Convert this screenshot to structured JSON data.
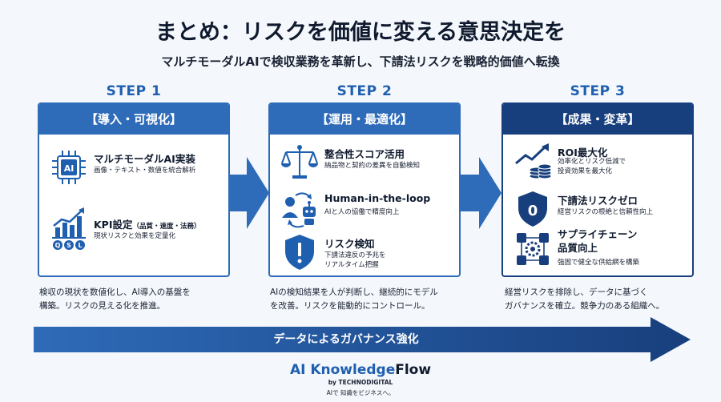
{
  "title": "まとめ：リスクを価値に変える意思決定を",
  "subtitle": "マルチモーダルAIで検収業務を革新し、下請法リスクを戦略的価値へ転換",
  "steps": [
    {
      "label": "STEP 1",
      "header": "【導入・可視化】",
      "items": [
        {
          "icon": "ai-chip-icon",
          "title": "マルチモーダルAI実装",
          "title_small": "",
          "desc": "画像・テキスト・数値を統合解析"
        },
        {
          "icon": "kpi-chart-icon",
          "title": "KPI設定",
          "title_small": "（品質・速度・法務）",
          "desc": "現状リスクと効果を定量化",
          "badge_letters": [
            "Q",
            "S",
            "L"
          ]
        }
      ],
      "summary": "検収の現状を数値化し、AI導入の基盤を\n構築。リスクの見える化を推進。"
    },
    {
      "label": "STEP 2",
      "header": "【運用・最適化】",
      "items": [
        {
          "icon": "balance-scale-icon",
          "title": "整合性スコア活用",
          "desc": "納品物と契約の差異を自動検知"
        },
        {
          "icon": "human-robot-icon",
          "title": "Human-in-the-loop",
          "desc": "AIと人の協働で精度向上"
        },
        {
          "icon": "shield-alert-icon",
          "title": "リスク検知",
          "desc": "下請法違反の予兆を\nリアルタイム把握"
        }
      ],
      "summary": "AIの検知結果を人が判断し、継続的にモデル\nを改善。リスクを能動的にコントロール。"
    },
    {
      "label": "STEP 3",
      "header": "【成果・変革】",
      "items": [
        {
          "icon": "roi-growth-icon",
          "title": "ROI最大化",
          "desc": "効率化とリスク低減で\n投資効果を最大化"
        },
        {
          "icon": "zero-shield-icon",
          "title": "下請法リスクゼロ",
          "desc": "経営リスクの根絶と信頼性向上",
          "badge": "0"
        },
        {
          "icon": "supply-chain-icon",
          "title": "サプライチェーン\n品質向上",
          "desc": "強固で健全な供給網を構築"
        }
      ],
      "summary": "経営リスクを排除し、データに基づく\nガバナンスを確立。競争力のある組織へ。"
    }
  ],
  "bottom_arrow": "データによるガバナンス強化",
  "brand": {
    "name_a": "AI Knowledge",
    "name_b": "Flow",
    "by": "by TECHNODIGITAL",
    "tagline": "AIで 知識をビジネスへ。"
  },
  "colors": {
    "accent": "#2e6bb8",
    "dark": "#183f7d",
    "text": "#0f1a2e"
  }
}
